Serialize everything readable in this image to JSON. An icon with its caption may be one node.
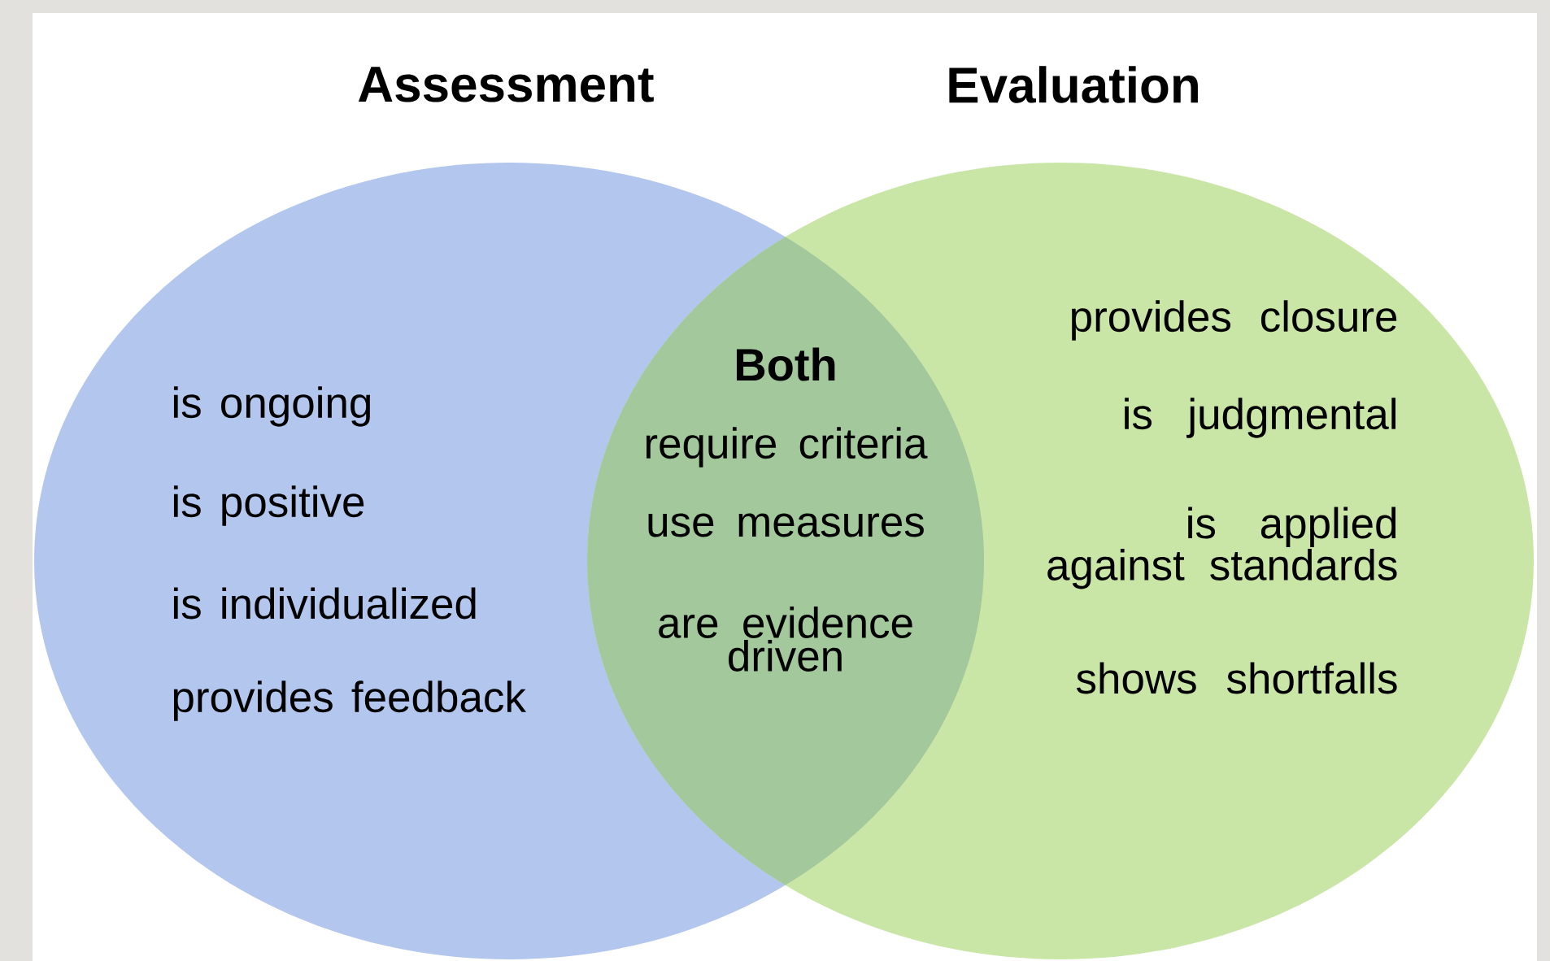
{
  "diagram": {
    "nodes": [
      {
        "text": [
          "Assessment",
          "is ongoing",
          "is positive",
          "is individualized",
          "provides feedback"
        ]
      },
      {
        "text": [
          "Evaluation",
          "provides closure",
          "is judgmental",
          "is applied against standards",
          "shows shortfalls"
        ]
      },
      {
        "text": [
          "Both",
          "require criteria",
          "use measures",
          "are evidence driven"
        ]
      }
    ],
    "edges": []
  }
}
